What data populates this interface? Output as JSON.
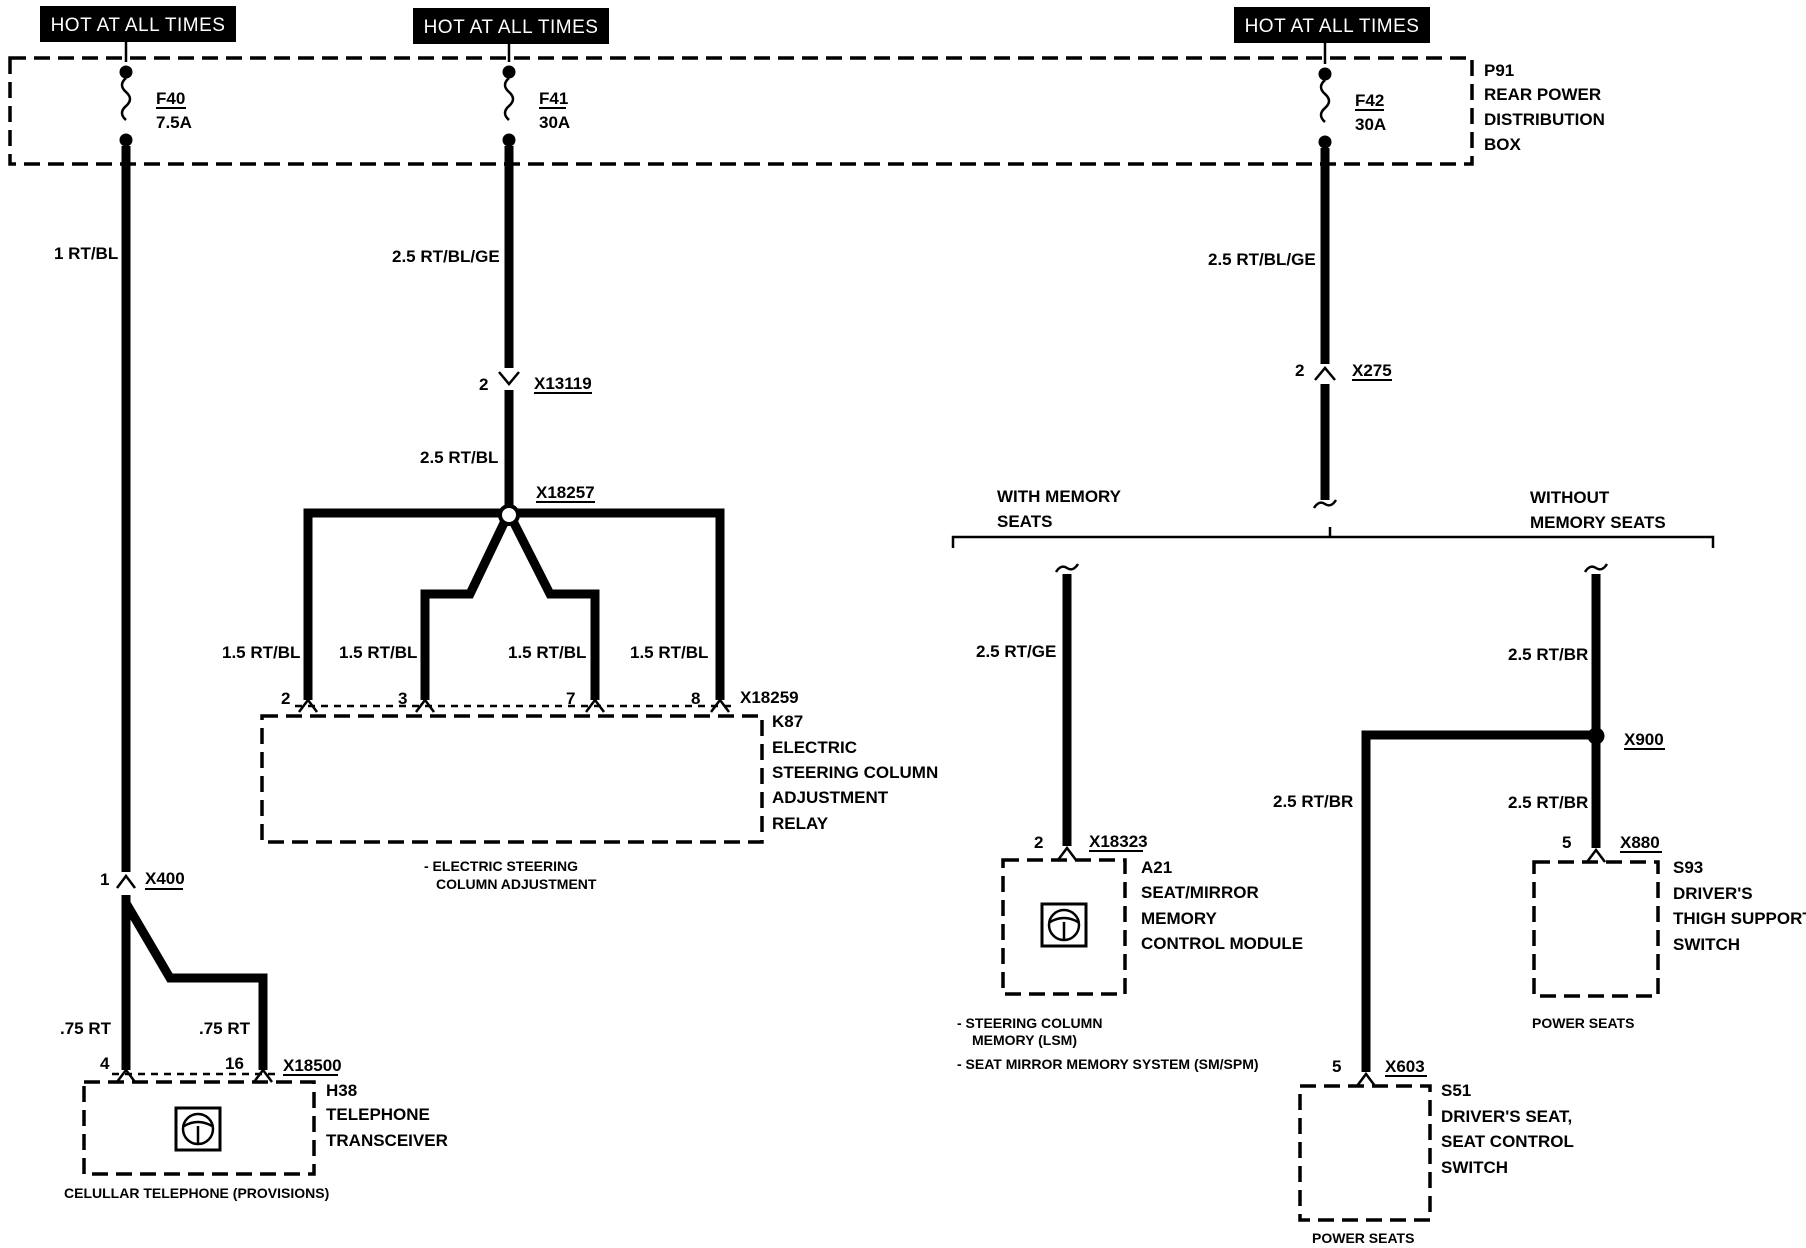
{
  "hot_labels": [
    "HOT AT ALL TIMES",
    "HOT AT ALL TIMES",
    "HOT AT ALL TIMES"
  ],
  "distribution_box": {
    "id": "P91",
    "name": [
      "REAR POWER",
      "DISTRIBUTION",
      "BOX"
    ]
  },
  "fuses": [
    {
      "id": "F40",
      "rating": "7.5A"
    },
    {
      "id": "F41",
      "rating": "30A"
    },
    {
      "id": "F42",
      "rating": "30A"
    }
  ],
  "wires": {
    "w1": "1 RT/BL",
    "w2": "2.5 RT/BL/GE",
    "w3": "2.5 RT/BL/GE",
    "w4": "2.5 RT/BL",
    "w5": "1.5 RT/BL",
    "w6": "1.5 RT/BL",
    "w7": "1.5 RT/BL",
    "w8": "1.5 RT/BL",
    "w9": "2.5 RT/GE",
    "w10": "2.5 RT/BR",
    "w11": "2.5 RT/BR",
    "w12": "2.5 RT/BR",
    "w13": ".75 RT",
    "w14": ".75 RT"
  },
  "connectors": {
    "x13119": {
      "id": "X13119",
      "pin": "2"
    },
    "x275": {
      "id": "X275",
      "pin": "2"
    },
    "x18257": {
      "id": "X18257"
    },
    "x18259": {
      "id": "X18259",
      "pins": [
        "2",
        "3",
        "7",
        "8"
      ]
    },
    "x400": {
      "id": "X400",
      "pin": "1"
    },
    "x18500": {
      "id": "X18500",
      "pins": [
        "4",
        "16"
      ]
    },
    "x18323": {
      "id": "X18323",
      "pin": "2"
    },
    "x900": {
      "id": "X900"
    },
    "x880": {
      "id": "X880",
      "pin": "5"
    },
    "x603": {
      "id": "X603",
      "pin": "5"
    }
  },
  "branches": {
    "with_memory": [
      "WITH MEMORY",
      "SEATS"
    ],
    "without_memory": [
      "WITHOUT",
      "MEMORY SEATS"
    ]
  },
  "components": {
    "k87": {
      "id": "K87",
      "name": [
        "ELECTRIC",
        "STEERING COLUMN",
        "ADJUSTMENT",
        "RELAY"
      ],
      "note": [
        "- ELECTRIC STEERING",
        "COLUMN ADJUSTMENT"
      ]
    },
    "h38": {
      "id": "H38",
      "name": [
        "TELEPHONE",
        "TRANSCEIVER"
      ],
      "note": "CELULLAR TELEPHONE (PROVISIONS)"
    },
    "a21": {
      "id": "A21",
      "name": [
        "SEAT/MIRROR",
        "MEMORY",
        "CONTROL MODULE"
      ],
      "notes": [
        "- STEERING COLUMN",
        "MEMORY (LSM)",
        "- SEAT MIRROR MEMORY SYSTEM (SM/SPM)"
      ]
    },
    "s93": {
      "id": "S93",
      "name": [
        "DRIVER'S",
        "THIGH SUPPORT",
        "SWITCH"
      ],
      "note": "POWER SEATS"
    },
    "s51": {
      "id": "S51",
      "name": [
        "DRIVER'S SEAT,",
        "SEAT CONTROL",
        "SWITCH"
      ],
      "note": "POWER SEATS"
    }
  }
}
